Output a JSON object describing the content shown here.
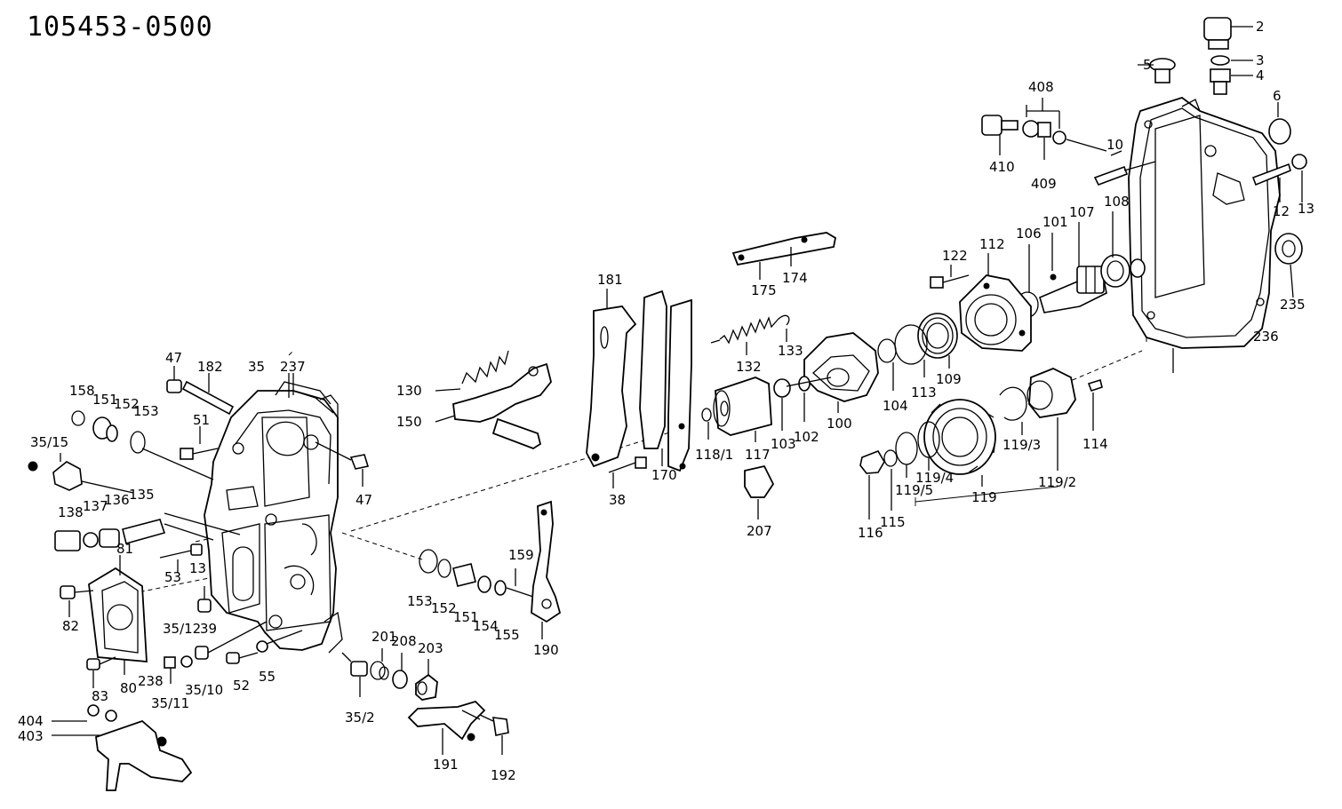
{
  "title": "105453-0500",
  "callouts": {
    "c2": "2",
    "c3": "3",
    "c4": "4",
    "c5": "5",
    "c6": "6",
    "c10": "10",
    "c12": "12",
    "c13a": "13",
    "c408": "408",
    "c409": "409",
    "c410": "410",
    "c235": "235",
    "c236": "236",
    "c108": "108",
    "c107": "107",
    "c101": "101",
    "c106": "106",
    "c112": "112",
    "c122": "122",
    "c109": "109",
    "c113": "113",
    "c104": "104",
    "c100": "100",
    "c102": "102",
    "c103": "103",
    "c117": "117",
    "c118_1": "118/1",
    "c132": "132",
    "c133": "133",
    "c174": "174",
    "c175": "175",
    "c181": "181",
    "c170": "170",
    "c38": "38",
    "c207": "207",
    "c114": "114",
    "c119_2": "119/2",
    "c119_3": "119/3",
    "c119": "119",
    "c119_4": "119/4",
    "c119_5": "119/5",
    "c115": "115",
    "c116": "116",
    "c130": "130",
    "c150": "150",
    "c47a": "47",
    "c182": "182",
    "c35": "35",
    "c237": "237",
    "c158": "158",
    "c151a": "151",
    "c152a": "152",
    "c153a": "153",
    "c35_15": "35/15",
    "c51": "51",
    "c47b": "47",
    "c138": "138",
    "c137": "137",
    "c136": "136",
    "c135": "135",
    "c53": "53",
    "c13b": "13",
    "c81": "81",
    "c82": "82",
    "c39": "39",
    "c35_12": "35/12",
    "c35_10": "35/10",
    "c35_11": "35/11",
    "c80": "80",
    "c238": "238",
    "c83": "83",
    "c404": "404",
    "c403": "403",
    "c52": "52",
    "c55": "55",
    "c153b": "153",
    "c152b": "152",
    "c151b": "151",
    "c154": "154",
    "c155": "155",
    "c159": "159",
    "c190": "190",
    "c35_2": "35/2",
    "c201": "201",
    "c208": "208",
    "c203": "203",
    "c191": "191",
    "c192": "192"
  }
}
